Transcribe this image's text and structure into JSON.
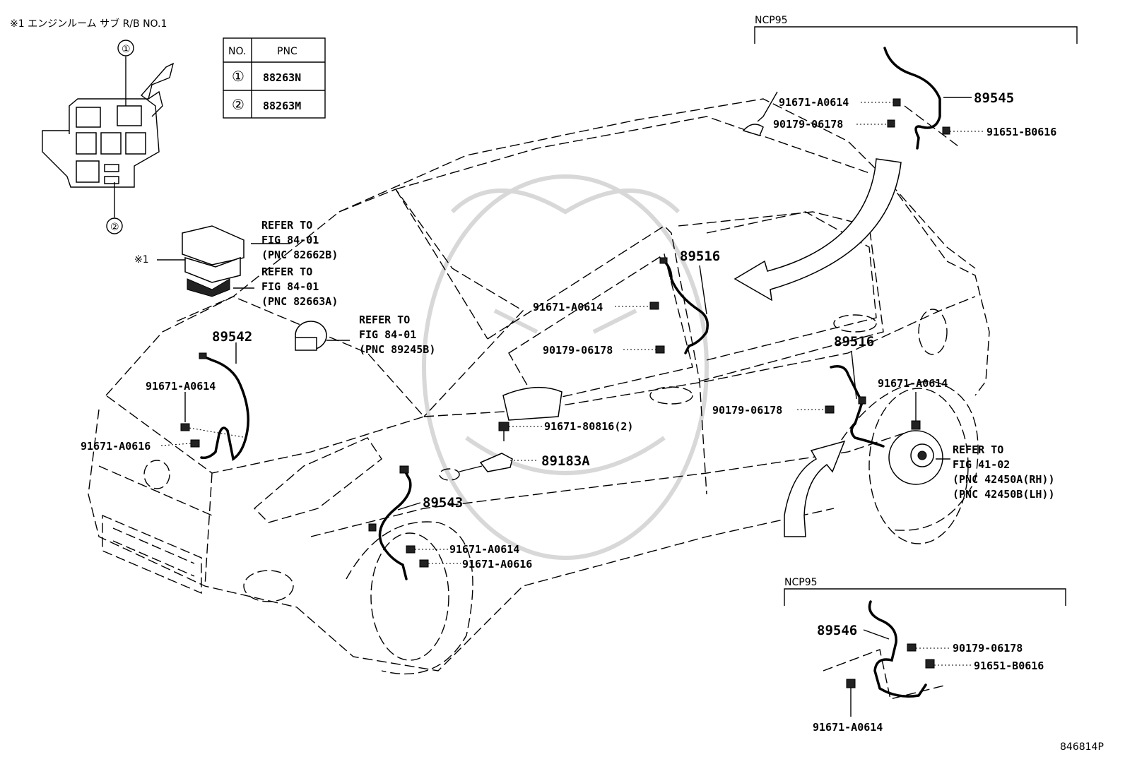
{
  "header": {
    "note_top_left": "※1 エンジンルーム サブ R/B NO.1",
    "ncp95_top": "NCP95",
    "ncp95_bottom": "NCP95",
    "figure_code": "846814P"
  },
  "table": {
    "headers": [
      "NO.",
      "PNC"
    ],
    "rows": [
      {
        "no": "①",
        "pnc": "88263N"
      },
      {
        "no": "②",
        "pnc": "88263M"
      }
    ]
  },
  "callouts": {
    "circle1": "①",
    "circle2": "②",
    "star1": "※1"
  },
  "labels": {
    "refer_82662b_1": "REFER TO",
    "refer_82662b_2": "FIG 84-01",
    "refer_82662b_3": "(PNC 82662B)",
    "refer_82663a_1": "REFER TO",
    "refer_82663a_2": "FIG 84-01",
    "refer_82663a_3": "(PNC 82663A)",
    "refer_89245b_1": "REFER TO",
    "refer_89245b_2": "FIG 84-01",
    "refer_89245b_3": "(PNC 89245B)",
    "refer_42450_1": "REFER TO",
    "refer_42450_2": "FIG 41-02",
    "refer_42450_3": "(PNC 42450A(RH))",
    "refer_42450_4": "(PNC 42450B(LH))",
    "p89542": "89542",
    "p89543": "89543",
    "p89516_a": "89516",
    "p89516_b": "89516",
    "p89545": "89545",
    "p89546": "89546",
    "p89183a": "89183A",
    "fl_91671_a0614": "91671-A0614",
    "fl_91671_a0616": "91671-A0616",
    "fr_91671_a0614": "91671-A0614",
    "fr_91671_a0616": "91671-A0616",
    "mid_91671_a0614": "91671-A0614",
    "mid_90179_06178": "90179-06178",
    "bolt_91671_80816": "91671-80816(2)",
    "rr_90179_06178": "90179-06178",
    "rr_91671_a0614": "91671-A0614",
    "ncpt_91671_a0614": "91671-A0614",
    "ncpt_90179_06178": "90179-06178",
    "ncpt_91651_b0616": "91651-B0616",
    "ncpb_90179_06178": "90179-06178",
    "ncpb_91651_b0616": "91651-B0616",
    "ncpb_91671_a0614": "91671-A0614"
  }
}
